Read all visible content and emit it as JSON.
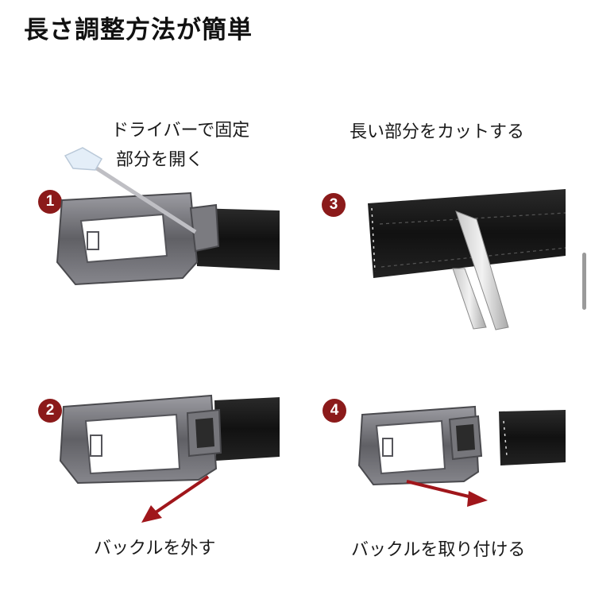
{
  "title": "長さ調整方法が簡単",
  "steps": [
    {
      "number": "1",
      "caption_line1": "ドライバーで固定",
      "caption_line2": "部分を開く"
    },
    {
      "number": "2",
      "caption": "バックルを外す"
    },
    {
      "number": "3",
      "caption": "長い部分をカットする"
    },
    {
      "number": "4",
      "caption": "バックルを取り付ける"
    }
  ],
  "colors": {
    "badge": "#8b1a1a",
    "arrow": "#a0161b",
    "belt": "#141414",
    "metal": "#6f6f73"
  }
}
